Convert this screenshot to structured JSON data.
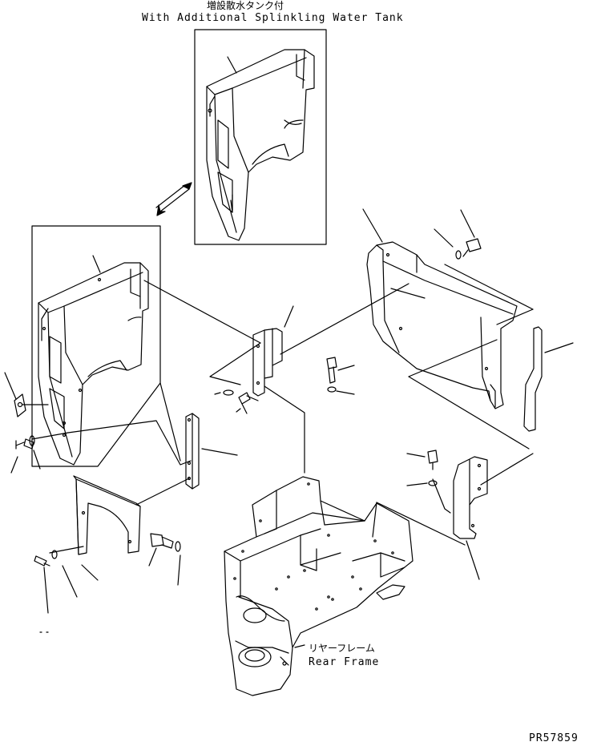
{
  "inset": {
    "title_jp": "増設散水タンク付",
    "title_en": "With Additional Splinkling Water Tank"
  },
  "frame_label": {
    "jp": "リヤーフレーム",
    "en": "Rear Frame"
  },
  "drawing_code": "PR57859",
  "colors": {
    "ink": "#000000",
    "paper": "#ffffff"
  }
}
